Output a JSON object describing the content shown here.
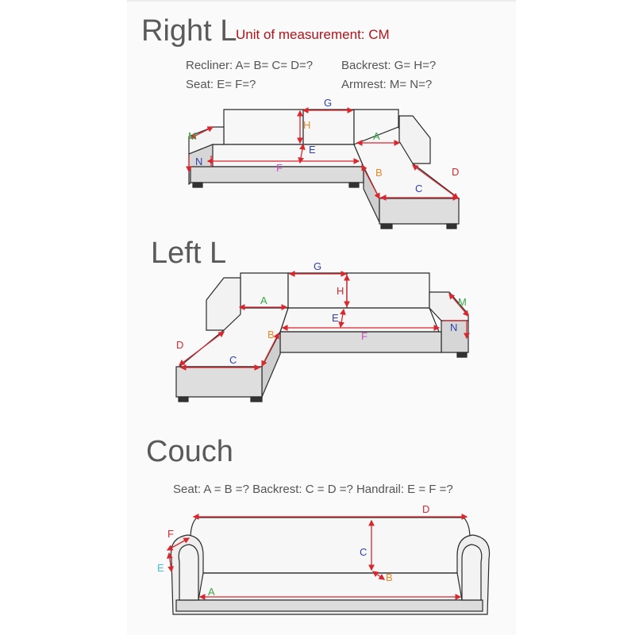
{
  "right_l": {
    "title": "Right L",
    "unit": "Unit of measurement: CM",
    "formulas": {
      "recliner": "Recliner: A= B= C= D=?",
      "backrest": "Backrest: G= H=?",
      "seat": "Seat: E= F=?",
      "armrest": "Armrest: M= N=?"
    },
    "labels": {
      "G": "G",
      "H": "H",
      "A": "A",
      "M": "M",
      "N": "N",
      "E": "E",
      "F": "F",
      "B": "B",
      "C": "C",
      "D": "D"
    }
  },
  "left_l": {
    "title": "Left L",
    "labels": {
      "G": "G",
      "H": "H",
      "A": "A",
      "E": "E",
      "F": "F",
      "B": "B",
      "C": "C",
      "D": "D",
      "M": "M",
      "N": "N"
    }
  },
  "couch": {
    "title": "Couch",
    "formula": "Seat: A = B =?   Backrest: C = D =?   Handrail: E = F =?",
    "labels": {
      "D": "D",
      "F": "F",
      "C": "C",
      "E": "E",
      "B": "B",
      "A": "A"
    }
  },
  "colors": {
    "red": "#d9272e",
    "green": "#39a849",
    "blue": "#2f3fb3",
    "orange": "#e8892a",
    "pink": "#c94fc2",
    "cyan": "#3fc3d6",
    "outline": "#2b2b2b",
    "sofa_light": "#f7f7f7",
    "sofa_gray": "#dedede"
  }
}
